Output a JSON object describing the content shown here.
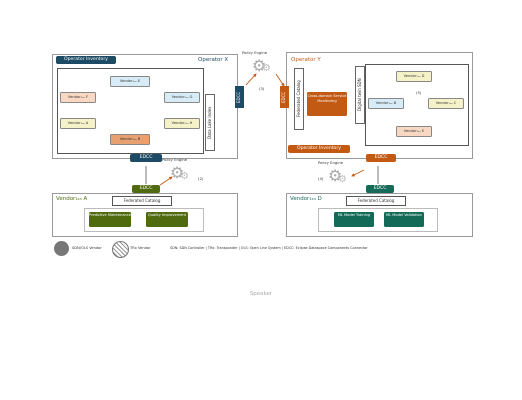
{
  "operator_x": {
    "title": "Operator X",
    "inventory": "Operator Inventory",
    "vendors": {
      "e": "Vendor₁ₛₙ E",
      "f": "Vendor₁ₛₙ F",
      "g": "Vendor₁ₛₙ G",
      "h": "Vendor₁ₛₙ H",
      "a": "Vendor₁ₛₙ A",
      "b": "Vendor₁ₛₙ B"
    },
    "data_lake": "Data Lake Index",
    "edcc_side": "EDCC",
    "edcc_bottom": "EDCC"
  },
  "operator_y": {
    "title": "Operator Y",
    "catalog": "Federated Catalog",
    "service": "Cross-domain Service Monitoring",
    "sdn_label": "Digital twin SDN",
    "vendors": {
      "d": "Vendor₁ₛₙ D",
      "b": "Vendor₁ₛₙ B",
      "c": "Vendor₁ₛₙ C",
      "e": "Vendor₁ₛₙ E"
    },
    "loop_num": "(5)",
    "edcc_side": "EDCC",
    "inventory": "Operator Inventory",
    "edcc_bottom": "EDCC"
  },
  "policy_top": {
    "label": "Policy Engine",
    "step": "(3)"
  },
  "policy_left": {
    "label": "Policy Engine",
    "step": "(2)"
  },
  "policy_right": {
    "label": "Policy Engine",
    "step": "(4)"
  },
  "vendor_a": {
    "title": "Vendor₁ₛₙ A",
    "edcc": "EDCC",
    "catalog": "Federated Catalog",
    "btn1": "Predictive Maintenance",
    "btn2": "Quality Improvement"
  },
  "vendor_d": {
    "title": "Vendor₁ₛₙ D",
    "edcc": "EDCC",
    "catalog": "Federated Catalog",
    "btn1": "ML Model Training",
    "btn2": "ML Model Validation"
  },
  "legend": {
    "first": "SDN/OLS Vendor",
    "second": "TRx Vendor",
    "abbrev": "SDN: SDN Controller | TRx: Transponder | OLS: Open Line System | EDCC: Eclipse Dataspace Components Connector"
  },
  "footer": "Speaker",
  "colors": {
    "navy": "#1d4a64",
    "orange": "#c35a14",
    "teal": "#166a58",
    "olive": "#506a10",
    "vendor_yellow": "#f5f1c8",
    "vendor_blue": "#d7ecf6",
    "vendor_peach": "#f8d8c2",
    "vendor_orange": "#e8a071"
  }
}
